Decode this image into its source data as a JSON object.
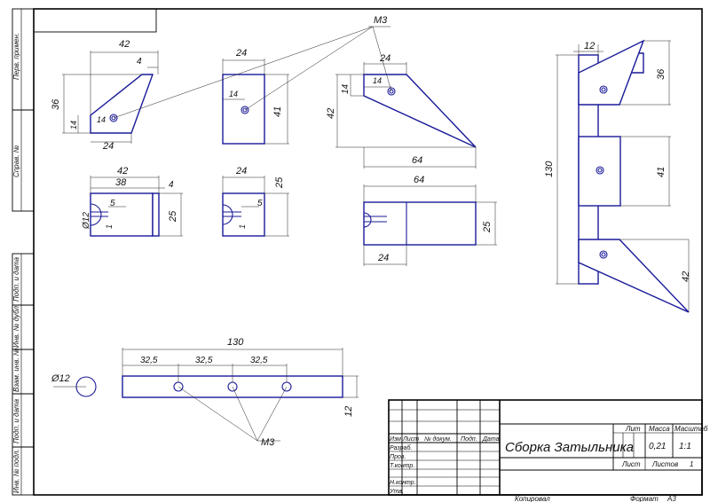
{
  "drawing": {
    "title": "Сборка Затыльника",
    "mass": "0,21",
    "scale": "1:1",
    "sheets_label": "Листов",
    "sheets_count": "1",
    "sheet_label": "Лист",
    "lit_label": "Лит",
    "mass_label": "Масса",
    "scale_label": "Масштаб",
    "copied": "Копировал",
    "format_label": "Формат",
    "format": "A3"
  },
  "stamp": {
    "headers": [
      "Изм",
      "Лист",
      "№ докум.",
      "Подп.",
      "Дата"
    ],
    "roles": [
      "Разраб.",
      "Пров.",
      "Т.контр.",
      "Н.контр.",
      "Утв."
    ]
  },
  "side_labels": {
    "primary_use": "Перв. примен.",
    "ref_no": "Справ. №",
    "sign_date_1": "Подп. и дата",
    "inv_dubl": "Инв. № дубл.",
    "vzam_inv": "Взам. инв. №",
    "sign_date_2": "Подп. и дата",
    "inv_orig": "Инв. № подл."
  },
  "callouts": {
    "thread_top": "M3",
    "thread_bottom": "M3"
  },
  "dims": {
    "tri_w": "42",
    "tri_top": "4",
    "tri_h": "36",
    "tri_hole_h": "14",
    "tri_hole_w": "14",
    "tri_base": "24",
    "blk_w": "24",
    "blk_h": "41",
    "blk_hole": "14",
    "wedge_w": "24",
    "wedge_hole": "14",
    "wedge_h1": "14",
    "wedge_h2": "42",
    "wedge_len": "64",
    "s1_w": "42",
    "s1_inner": "38",
    "s1_t": "4",
    "s1_dia": "Ø12",
    "s1_slot": "5",
    "s1_h": "25",
    "s1_small": "1",
    "s2_w": "24",
    "s2_h": "25",
    "s2_slot": "5",
    "s2_small": "1",
    "s3_w": "64",
    "s3_h": "25",
    "s3_a": "24",
    "asm_w": "12",
    "asm_total": "130",
    "asm_a": "36",
    "asm_b": "41",
    "asm_c": "42",
    "bar_total": "130",
    "bar_a": "32,5",
    "bar_b": "32,5",
    "bar_c": "32,5",
    "bar_h": "12",
    "pin_dia": "Ø12"
  }
}
